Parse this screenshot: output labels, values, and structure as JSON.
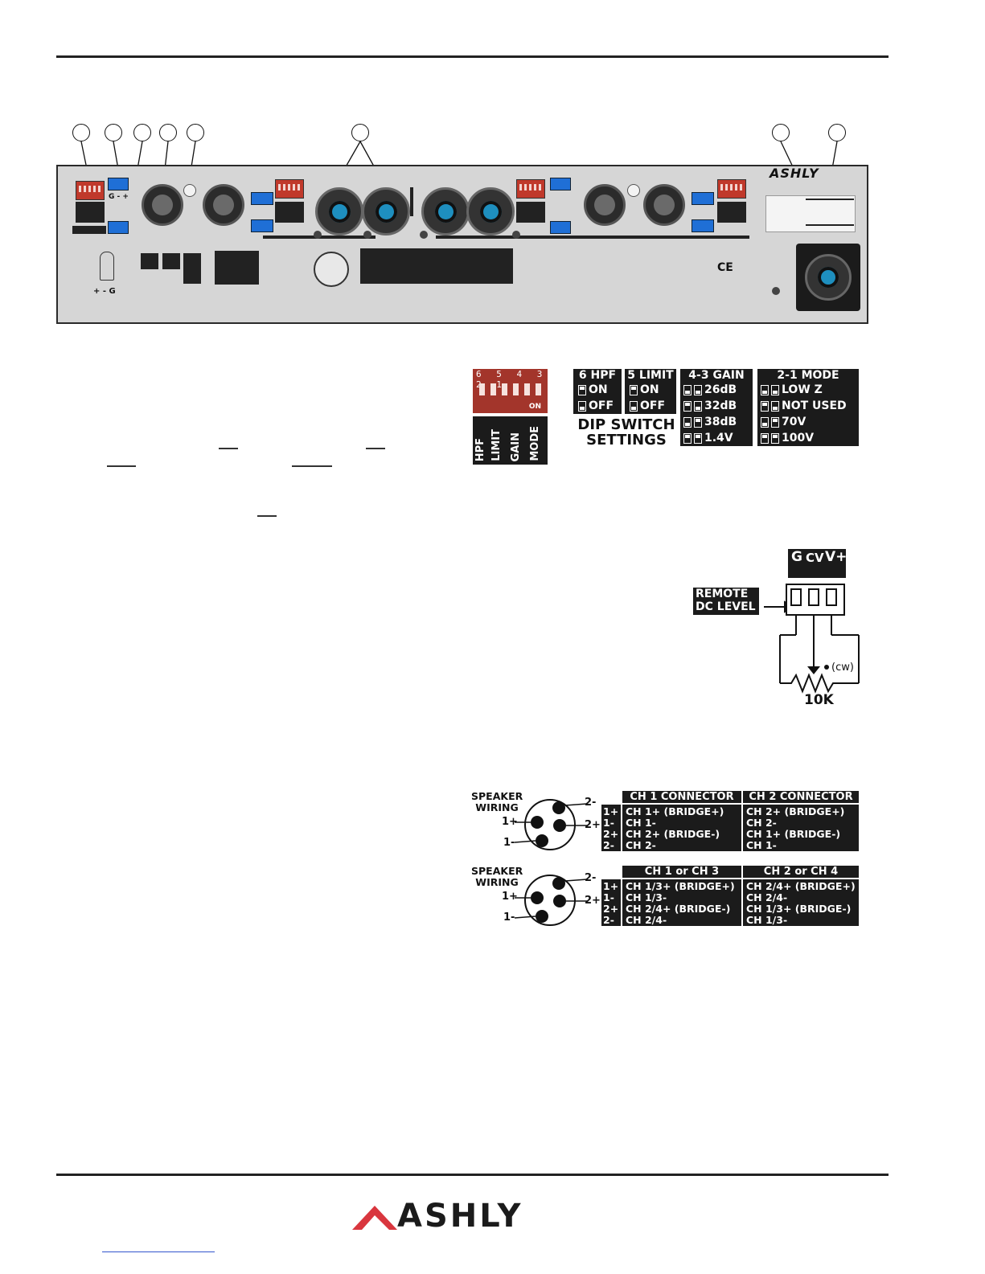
{
  "colors": {
    "dip_red": "#c0392b",
    "terminal_blue": "#1f6fd6",
    "panel_gray": "#d6d6d6",
    "label_black": "#1b1b1b",
    "logo_red": "#d9363e"
  },
  "panel": {
    "brand": "ASHLY",
    "ce_mark": "CE",
    "jack_label": "+ - G",
    "terminal_label": "G - +"
  },
  "dip_graphic": {
    "numbers": "6 5 4 3 2 1",
    "on_label": "ON",
    "function_labels": [
      "HPF",
      "LIMIT",
      "GAIN",
      "MODE"
    ]
  },
  "dip_tables": {
    "hpf": {
      "title": "6 HPF",
      "rows": [
        "ON",
        "OFF"
      ]
    },
    "limit": {
      "title": "5 LIMIT",
      "rows": [
        "ON",
        "OFF"
      ]
    },
    "gain": {
      "title": "4-3 GAIN",
      "rows": [
        "26dB",
        "32dB",
        "38dB",
        "1.4V"
      ]
    },
    "mode": {
      "title": "2-1 MODE",
      "rows": [
        "LOW Z",
        "NOT USED",
        "70V",
        "100V"
      ]
    },
    "caption_line1": "DIP SWITCH",
    "caption_line2": "SETTINGS"
  },
  "remote": {
    "pins": [
      "G",
      "CV",
      "V+"
    ],
    "label_line1": "REMOTE",
    "label_line2": "DC LEVEL",
    "cw": "(cw)",
    "pot_value": "10K"
  },
  "speaker_wiring": [
    {
      "label_line1": "SPEAKER",
      "label_line2": "WIRING",
      "pin_labels": [
        "2-",
        "1+",
        "2+",
        "1-"
      ],
      "col1_header": "CH 1 CONNECTOR",
      "col2_header": "CH 2 CONNECTOR",
      "pins": [
        "1+",
        "1-",
        "2+",
        "2-"
      ],
      "col1": [
        "CH 1+ (BRIDGE+)",
        "CH 1-",
        "CH 2+ (BRIDGE-)",
        "CH 2-"
      ],
      "col2": [
        "CH 2+ (BRIDGE+)",
        "CH 2-",
        "CH 1+ (BRIDGE-)",
        "CH 1-"
      ]
    },
    {
      "label_line1": "SPEAKER",
      "label_line2": "WIRING",
      "pin_labels": [
        "2-",
        "1+",
        "2+",
        "1-"
      ],
      "col1_header": "CH 1 or CH 3",
      "col2_header": "CH 2 or CH 4",
      "pins": [
        "1+",
        "1-",
        "2+",
        "2-"
      ],
      "col1": [
        "CH 1/3+ (BRIDGE+)",
        "CH 1/3-",
        "CH 2/4+ (BRIDGE-)",
        "CH 2/4-"
      ],
      "col2": [
        "CH 2/4+ (BRIDGE+)",
        "CH 2/4-",
        "CH 1/3+ (BRIDGE-)",
        "CH 1/3-"
      ]
    }
  ],
  "footer": {
    "brand": "ASHLY"
  }
}
